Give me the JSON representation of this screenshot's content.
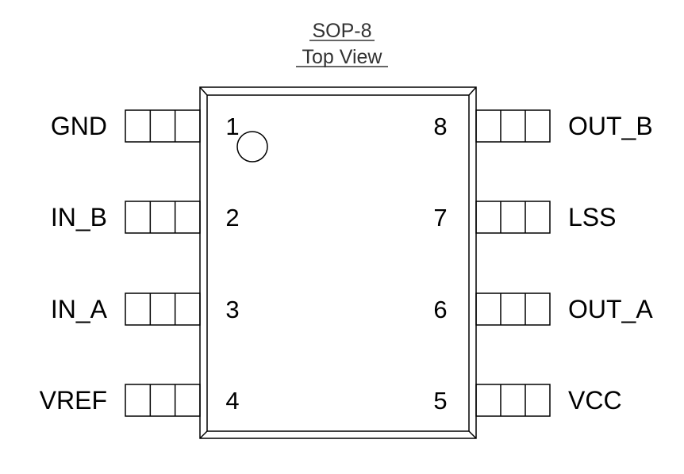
{
  "title": {
    "line1": "SOP-8",
    "line2": "Top View"
  },
  "pins": {
    "left": [
      {
        "number": "1",
        "name": "GND"
      },
      {
        "number": "2",
        "name": "IN_B"
      },
      {
        "number": "3",
        "name": "IN_A"
      },
      {
        "number": "4",
        "name": "VREF"
      }
    ],
    "right": [
      {
        "number": "8",
        "name": "OUT_B"
      },
      {
        "number": "7",
        "name": "LSS"
      },
      {
        "number": "6",
        "name": "OUT_A"
      },
      {
        "number": "5",
        "name": "VCC"
      }
    ]
  }
}
